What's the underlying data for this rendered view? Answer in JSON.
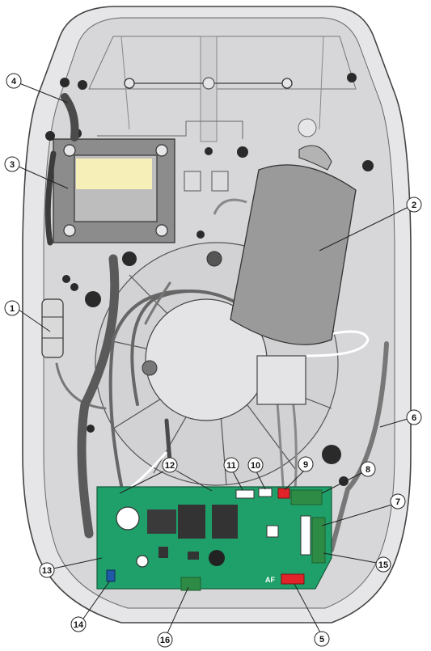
{
  "callouts": [
    "1",
    "2",
    "3",
    "4",
    "5",
    "6",
    "7",
    "8",
    "9",
    "10",
    "11",
    "12",
    "13",
    "14",
    "15",
    "16"
  ],
  "board_marking": "AF",
  "colors": {
    "housing": "#e6e6e8",
    "housing_inner": "#d5d5d8",
    "pcb": "#1fa06a",
    "motor": "#9a9a9a",
    "transformer": "#8c8c8c",
    "transformer_window": "#f6efb8",
    "wire_dark": "#5a5a5a",
    "connector_red": "#e2242a",
    "connector_blue": "#1e5aa8",
    "terminal_green": "#2e8b45"
  }
}
